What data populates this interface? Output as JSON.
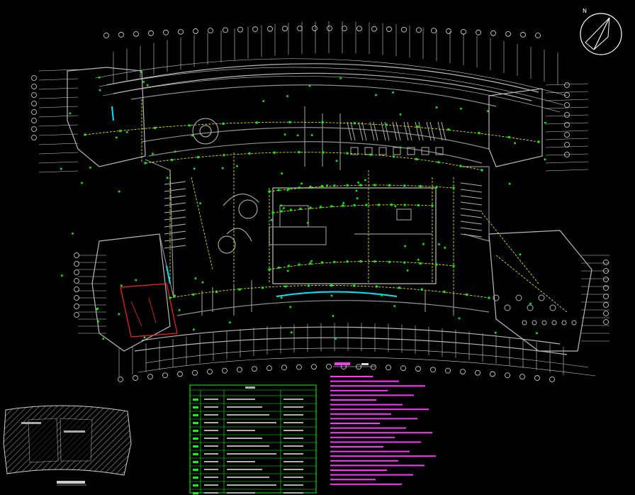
{
  "drawing": {
    "north_label": "N",
    "title_text": "",
    "scale_text": ""
  },
  "colors": {
    "background": "#000000",
    "walls": "#b8b8b8",
    "dims": "#ffffff",
    "circuit": "#ffff00",
    "fixture": "#00ff00",
    "accent": "#00ffff",
    "highlight": "#ff2020",
    "notes": "#ff33ff"
  },
  "legend": {
    "header": "",
    "columns": [
      "",
      "",
      "",
      ""
    ],
    "row_count": 13
  },
  "notes": {
    "heading": "",
    "line_count": 24
  },
  "key_plan": {
    "label": ""
  }
}
